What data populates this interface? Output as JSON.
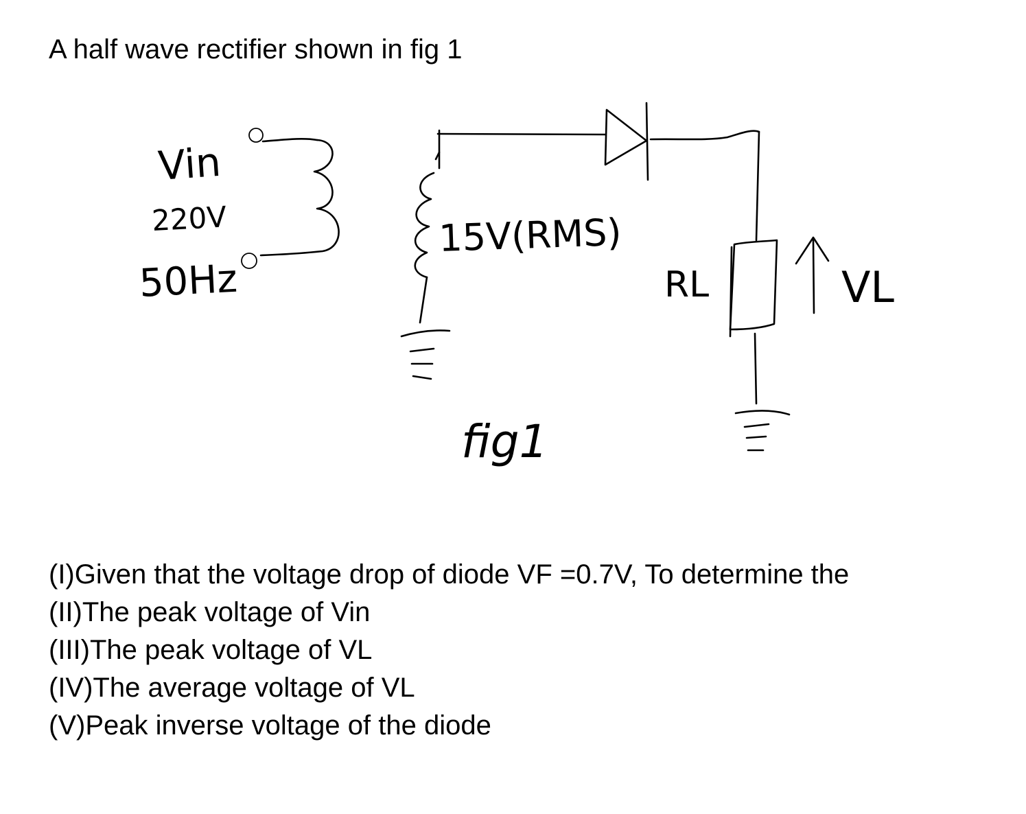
{
  "title": "A half wave rectifier shown in fig 1",
  "figure": {
    "vin_label": "Vin",
    "vin_voltage": "220V",
    "vin_frequency": "50Hz",
    "secondary_label": "15V(RMS)",
    "load_label": "RL",
    "load_voltage_label": "VL",
    "caption": "fig1"
  },
  "questions": [
    "(I)Given that the voltage drop of diode VF =0.7V, To determine the",
    "(II)The peak voltage of Vin",
    "(III)The peak voltage of VL",
    "(IV)The average voltage of VL",
    "(V)Peak inverse voltage of the diode"
  ]
}
